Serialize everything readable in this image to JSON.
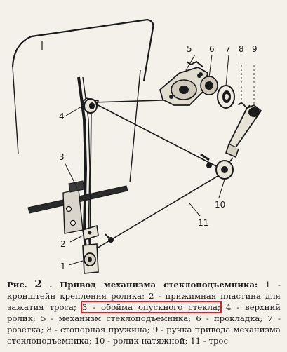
{
  "diagram": {
    "callouts": [
      "1",
      "2",
      "3",
      "4",
      "5",
      "6",
      "7",
      "8",
      "9",
      "10",
      "11"
    ]
  },
  "caption": {
    "fig_prefix": "Рис.",
    "fig_number": "2",
    "title": ". Привод механизма стеклоподъемника:",
    "items": [
      "1 - кронштейн крепления ролика;",
      "2 - прижимная пластина для зажатия троса;",
      "3 - обойма опускного стекла;",
      "4 - верхний ролик;",
      "5 - механизм стеклоподъемника;",
      "6 - прокладка;",
      "7 - розетка;",
      "8 - стопорная пружина;",
      "9 - ручка привода механизма стеклоподъемника;",
      "10 - ролик натяжной;",
      "11 - трос"
    ],
    "highlight_color": "#d9202a"
  }
}
